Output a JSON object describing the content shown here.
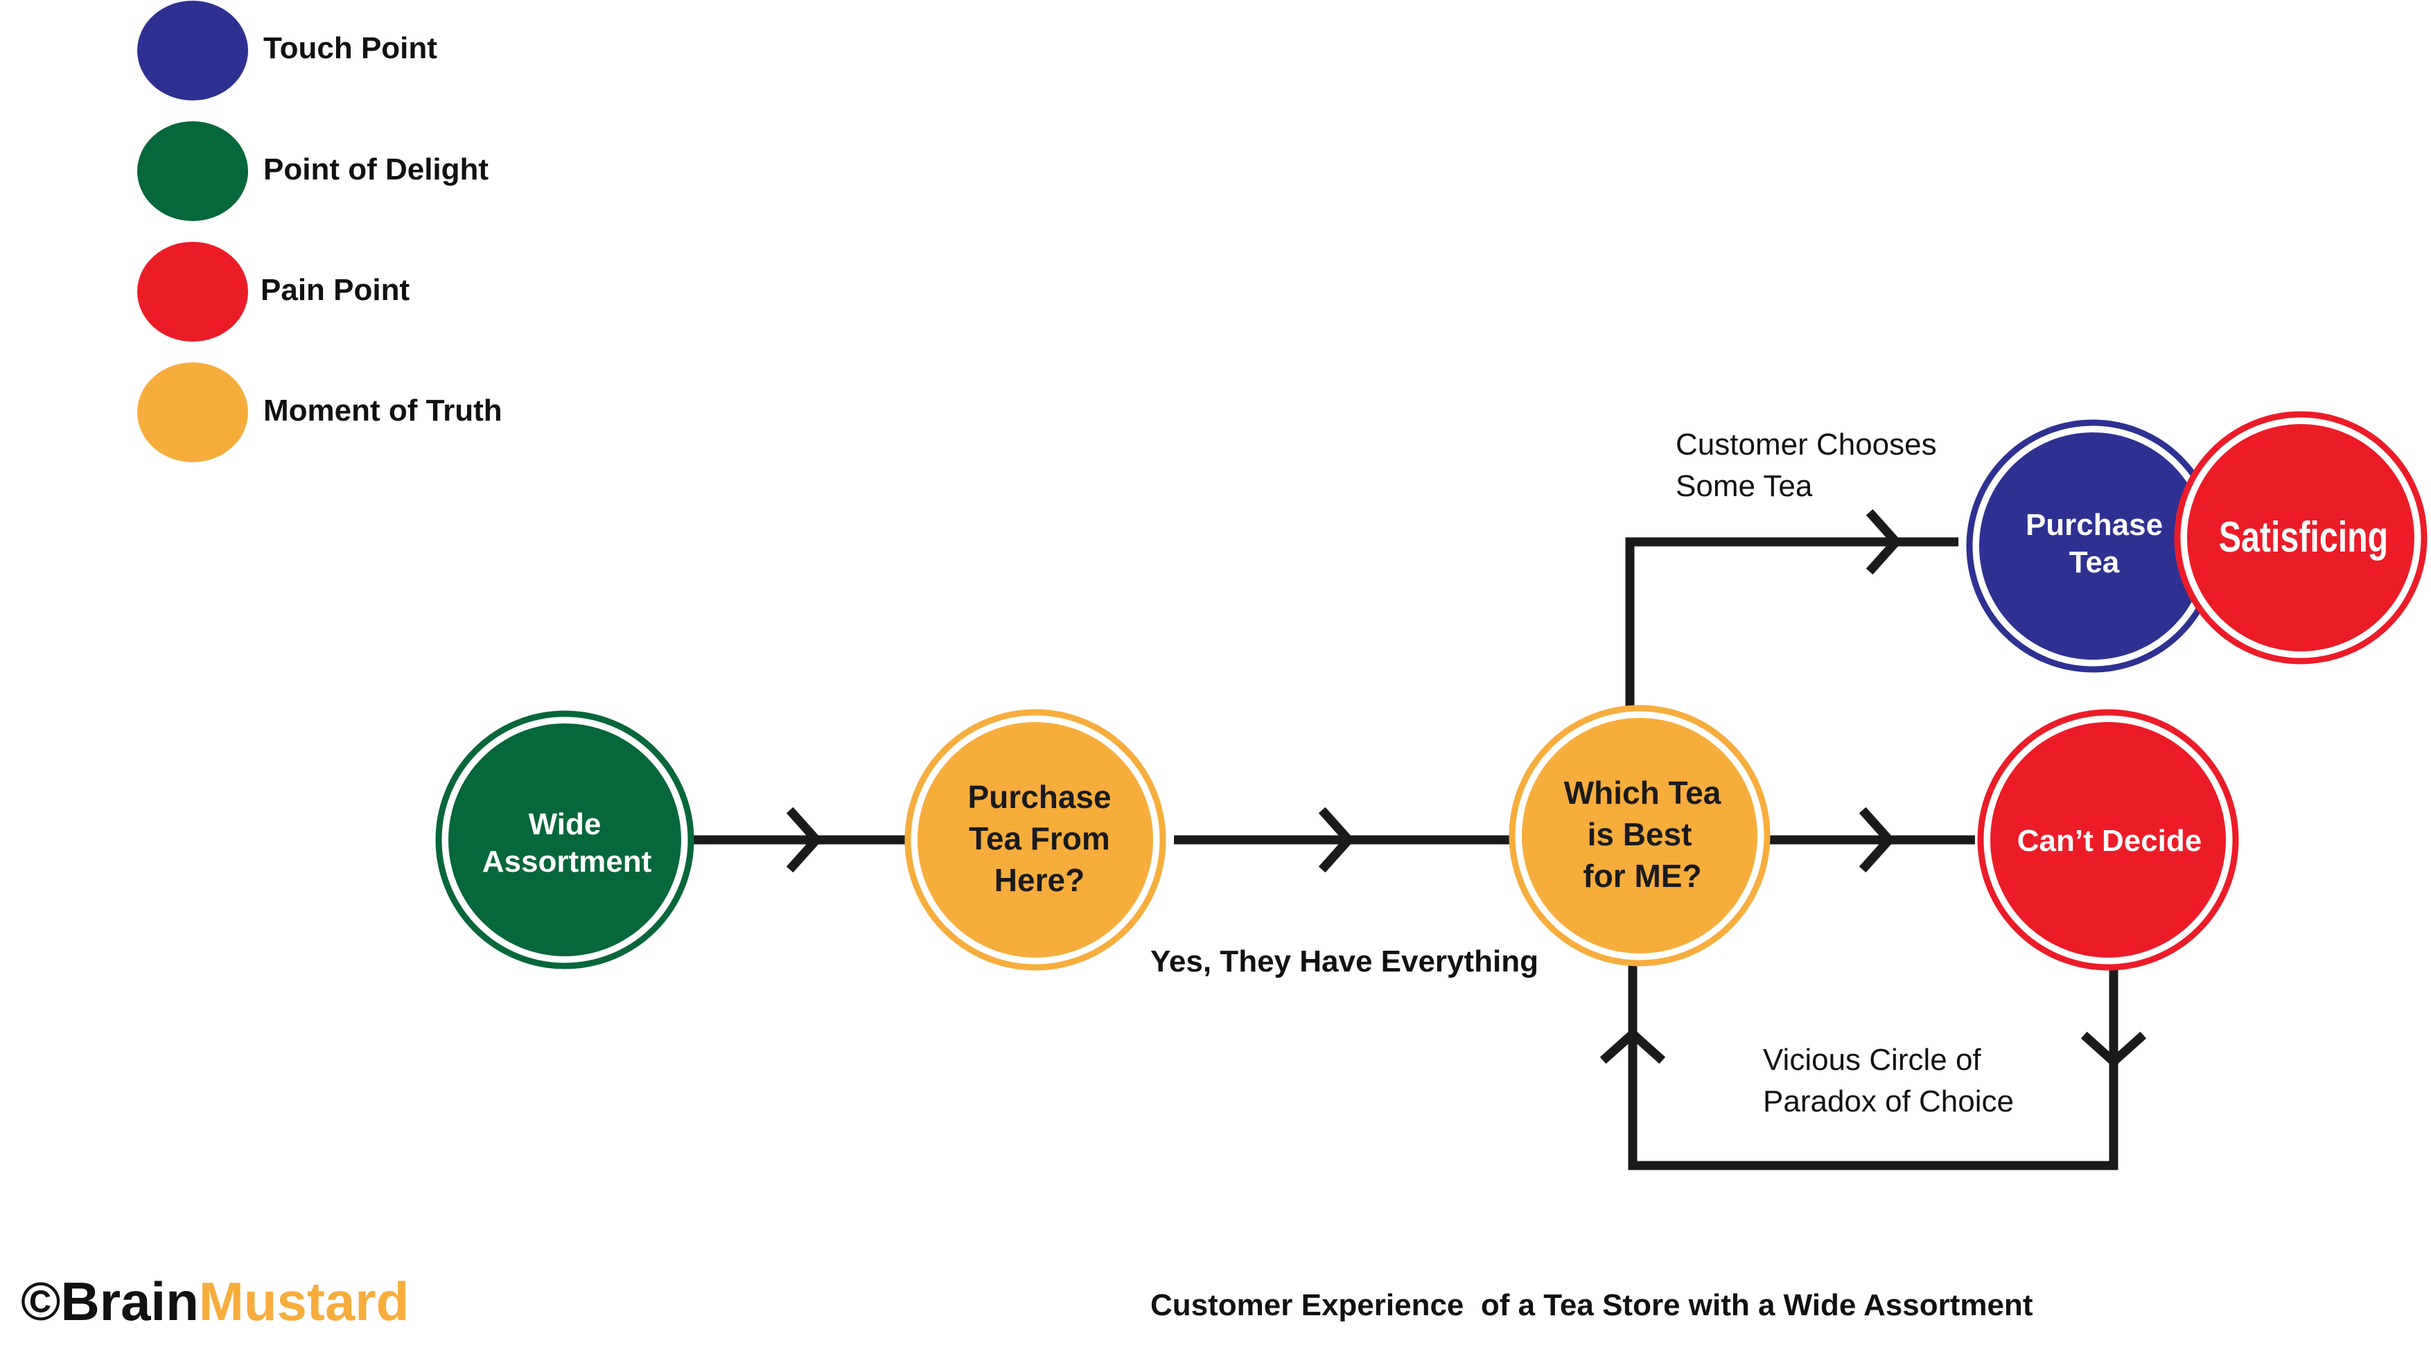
{
  "legend": [
    {
      "label": "Touch Point",
      "color": "#2e3191"
    },
    {
      "label": "Point of Delight",
      "color": "#06673a"
    },
    {
      "label": "Pain Point",
      "color": "#ec1c27"
    },
    {
      "label": "Moment of Truth",
      "color": "#f7ad3c"
    }
  ],
  "nodes": {
    "wide_assortment": {
      "line1": "Wide",
      "line2": "Assortment",
      "type": "Point of Delight"
    },
    "purchase_here": {
      "line1": "Purchase",
      "line2": "Tea From",
      "line3": "Here?",
      "type": "Moment of Truth"
    },
    "which_tea": {
      "line1": "Which Tea",
      "line2": "is Best",
      "line3": "for ME?",
      "type": "Moment of Truth"
    },
    "purchase_tea": {
      "line1": "Purchase",
      "line2": "Tea",
      "type": "Touch Point"
    },
    "satisficing": {
      "label": "Satisficing",
      "type": "Pain Point"
    },
    "cant_decide": {
      "label": "Can’t Decide",
      "type": "Pain Point"
    }
  },
  "edge_notes": {
    "yes_everything": "Yes, They Have Everything",
    "chooses_line1": "Customer Chooses",
    "chooses_line2": "Some Tea",
    "vicious_line1": "Vicious Circle of",
    "vicious_line2": "Paradox of Choice"
  },
  "footer": {
    "brand_prefix": "©Brain",
    "brand_suffix": "Mustard",
    "caption": "Customer Experience  of a Tea Store with a Wide Assortment"
  }
}
